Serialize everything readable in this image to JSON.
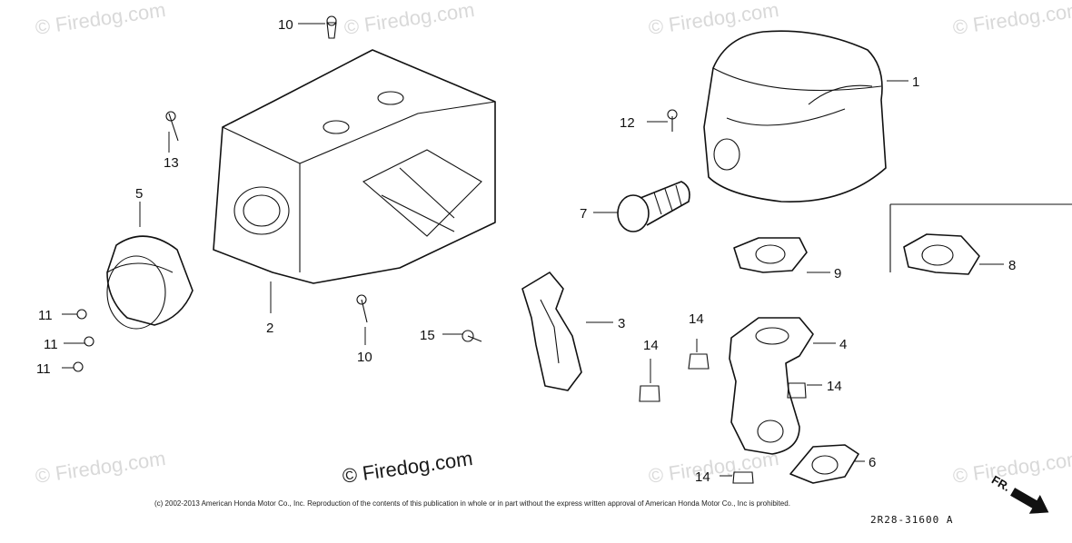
{
  "watermarks": {
    "small": "© Firedog.com",
    "center": "© Firedog.com"
  },
  "callouts": {
    "c1": "1",
    "c2": "2",
    "c3": "3",
    "c4": "4",
    "c5": "5",
    "c6": "6",
    "c7": "7",
    "c8": "8",
    "c9": "9",
    "c10a": "10",
    "c10b": "10",
    "c11a": "11",
    "c11b": "11",
    "c11c": "11",
    "c12": "12",
    "c13": "13",
    "c14a": "14",
    "c14b": "14",
    "c14c": "14",
    "c14d": "14",
    "c15": "15"
  },
  "footer": {
    "copyright": "(c) 2002-2013 American Honda Motor Co., Inc. Reproduction of the contents of this publication in whole or in part without the express written approval of American Honda Motor Co., Inc is prohibited.",
    "diagram_code": "2R28-31600 A",
    "direction_label": "FR."
  }
}
